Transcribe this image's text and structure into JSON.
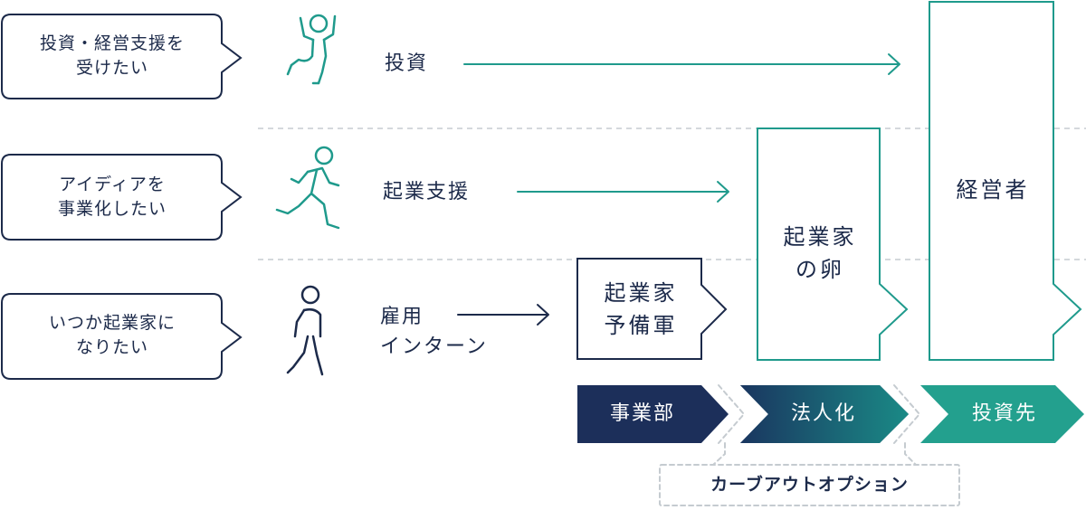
{
  "rows": [
    {
      "bubble_lines": [
        "投資・経営支援を",
        "受けたい"
      ],
      "label_lines": [
        "投資"
      ],
      "icon": "jumping-person-icon"
    },
    {
      "bubble_lines": [
        "アイディアを",
        "事業化したい"
      ],
      "label_lines": [
        "起業支援"
      ],
      "icon": "running-person-icon"
    },
    {
      "bubble_lines": [
        "いつか起業家に",
        "なりたい"
      ],
      "label_lines": [
        "雇用",
        "インターン"
      ],
      "icon": "walking-person-icon"
    }
  ],
  "stages": [
    {
      "lines": [
        "起業家",
        "予備軍"
      ]
    },
    {
      "lines": [
        "起業家",
        "の卵"
      ]
    },
    {
      "lines": [
        "経営者"
      ]
    }
  ],
  "steps": [
    {
      "label": "事業部"
    },
    {
      "label": "法人化"
    },
    {
      "label": "投資先"
    }
  ],
  "carve_out": {
    "label": "カーブアウトオプション"
  },
  "colors": {
    "navy": "#1c2a4a",
    "teal": "#1f9a8c",
    "step_dark": "#1c2f5a",
    "step_mid": "#155e72",
    "step_light": "#23a08e",
    "divider": "#c5cbd0"
  }
}
